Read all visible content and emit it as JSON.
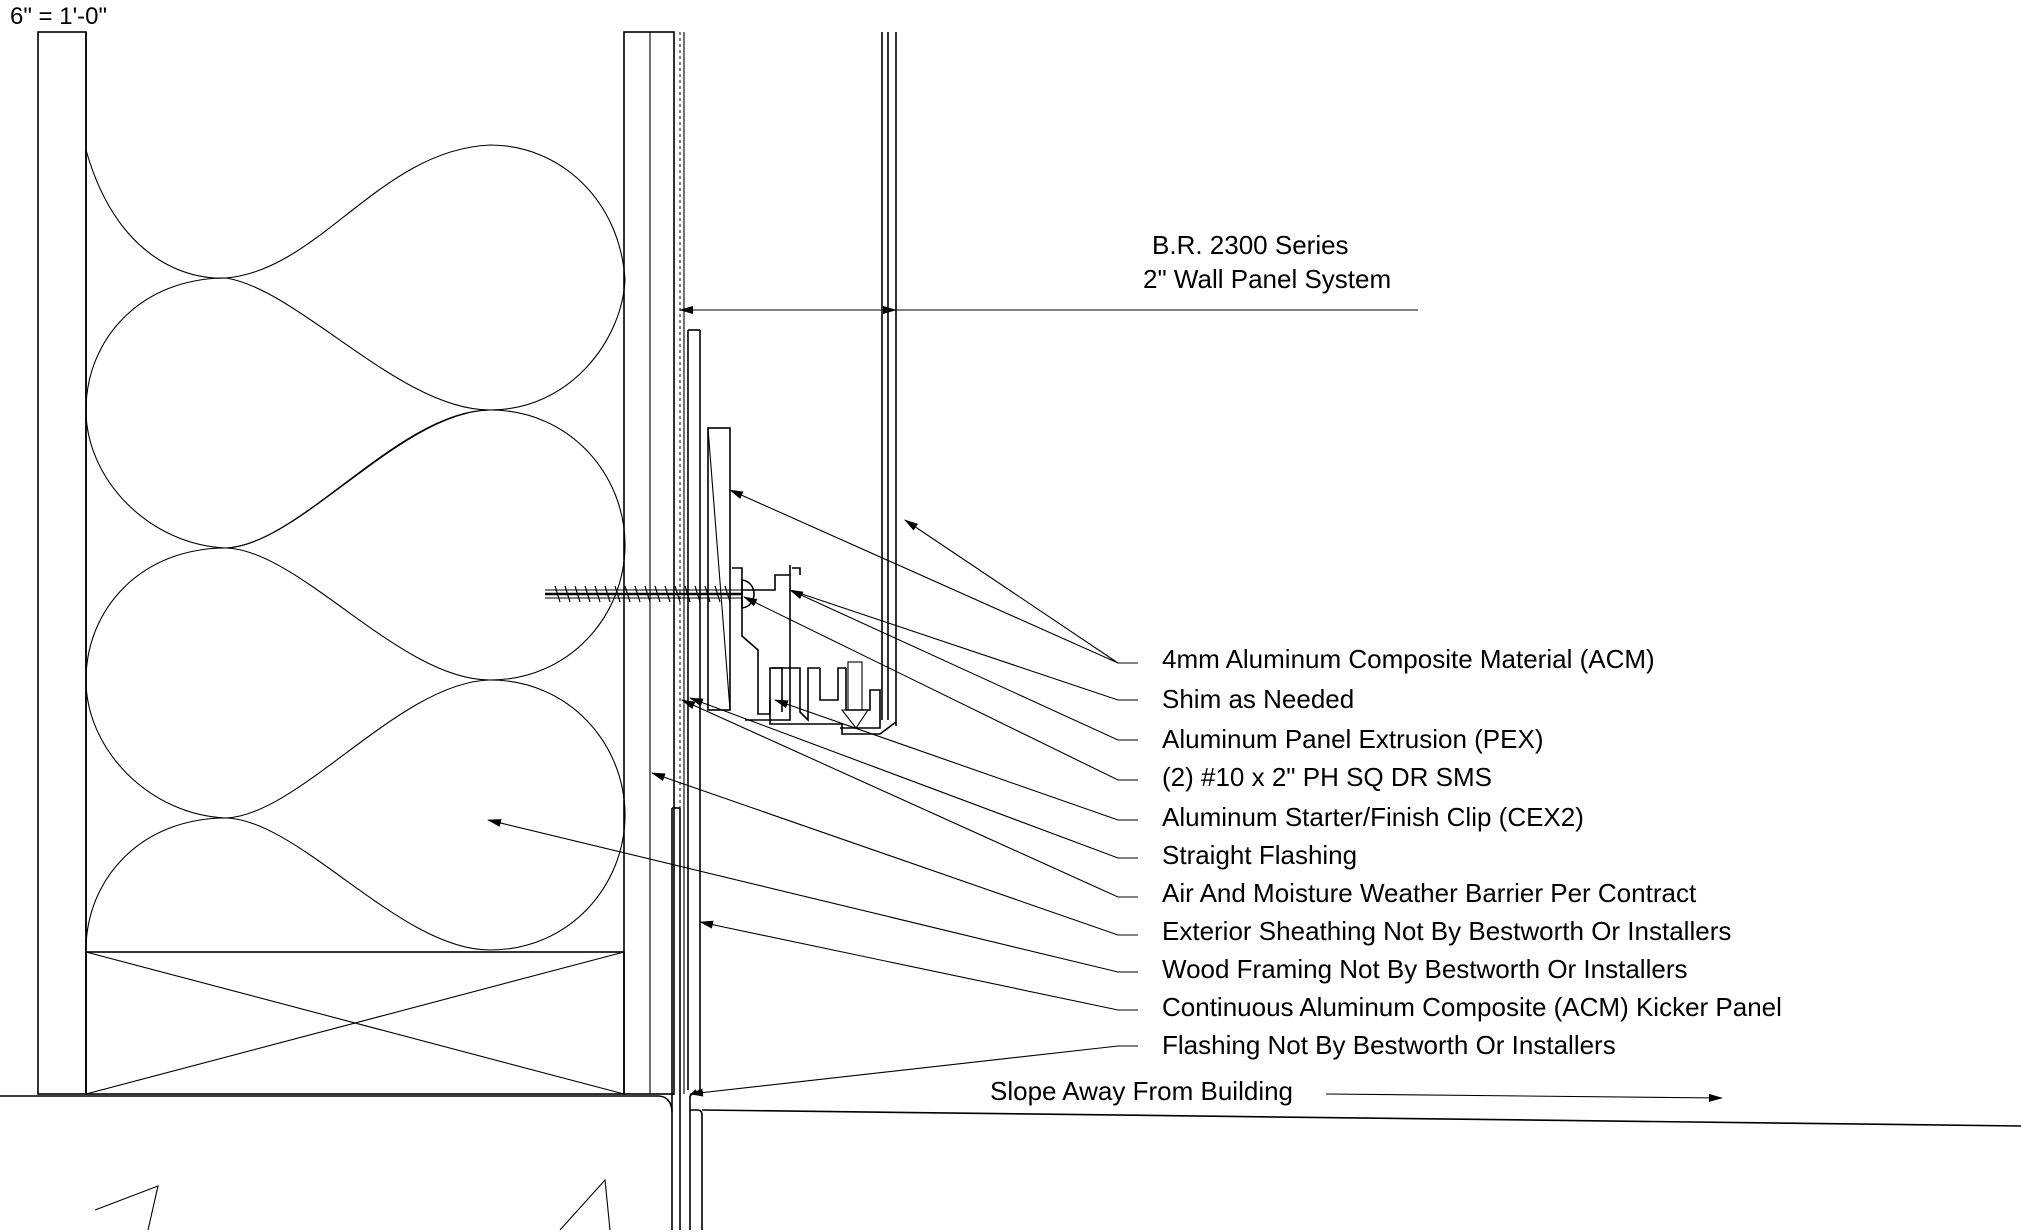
{
  "scale_label": "6\" = 1'-0\"",
  "system_label": {
    "line1": "B.R. 2300 Series",
    "line2": "2\" Wall Panel System"
  },
  "callouts": [
    "4mm Aluminum Composite Material (ACM)",
    "Shim as Needed",
    "Aluminum Panel Extrusion (PEX)",
    "(2) #10 x 2\" PH SQ DR SMS",
    "Aluminum Starter/Finish Clip (CEX2)",
    "Straight Flashing",
    "Air And Moisture Weather Barrier Per Contract",
    "Exterior Sheathing Not By Bestworth Or Installers",
    "Wood Framing Not By Bestworth Or Installers",
    "Continuous Aluminum Composite (ACM) Kicker Panel",
    "Flashing Not By Bestworth Or Installers"
  ],
  "slope_label": "Slope Away From Building"
}
